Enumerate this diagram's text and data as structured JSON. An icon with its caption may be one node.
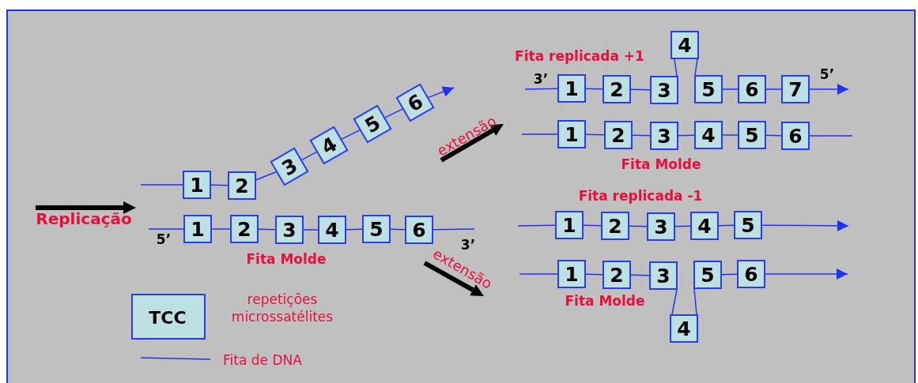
{
  "diagram": {
    "nodes": [
      {
        "text": [
          "1"
        ]
      },
      {
        "text": [
          "2"
        ]
      },
      {
        "text": [
          "3"
        ]
      },
      {
        "text": [
          "4"
        ]
      },
      {
        "text": [
          "5"
        ]
      },
      {
        "text": [
          "6"
        ]
      },
      {
        "text": [
          "1"
        ]
      },
      {
        "text": [
          "2"
        ]
      },
      {
        "text": [
          "3"
        ]
      },
      {
        "text": [
          "4"
        ]
      },
      {
        "text": [
          "5"
        ]
      },
      {
        "text": [
          "6"
        ]
      },
      {
        "text": [
          "4"
        ]
      },
      {
        "text": [
          "1"
        ]
      },
      {
        "text": [
          "2"
        ]
      },
      {
        "text": [
          "3"
        ]
      },
      {
        "text": [
          "5"
        ]
      },
      {
        "text": [
          "6"
        ]
      },
      {
        "text": [
          "7"
        ]
      },
      {
        "text": [
          "1"
        ]
      },
      {
        "text": [
          "2"
        ]
      },
      {
        "text": [
          "3"
        ]
      },
      {
        "text": [
          "4"
        ]
      },
      {
        "text": [
          "5"
        ]
      },
      {
        "text": [
          "6"
        ]
      },
      {
        "text": [
          "1"
        ]
      },
      {
        "text": [
          "2"
        ]
      },
      {
        "text": [
          "3"
        ]
      },
      {
        "text": [
          "4"
        ]
      },
      {
        "text": [
          "5"
        ]
      },
      {
        "text": [
          "1"
        ]
      },
      {
        "text": [
          "2"
        ]
      },
      {
        "text": [
          "3"
        ]
      },
      {
        "text": [
          "5"
        ]
      },
      {
        "text": [
          "6"
        ]
      },
      {
        "text": [
          "4"
        ]
      }
    ],
    "edges": [
      {
        "from": null,
        "to": 0,
        "arrow": "none"
      },
      {
        "from": 0,
        "to": 1,
        "arrow": "none"
      },
      {
        "from": 1,
        "to": 2,
        "arrow": "none"
      },
      {
        "from": 2,
        "to": 3,
        "arrow": "none"
      },
      {
        "from": 3,
        "to": 4,
        "arrow": "none"
      },
      {
        "from": 4,
        "to": 5,
        "arrow": "none"
      },
      {
        "from": 5,
        "to": null,
        "arrow": "to"
      },
      {
        "from": null,
        "to": 6,
        "arrow": "none"
      },
      {
        "from": 6,
        "to": 7,
        "arrow": "none"
      },
      {
        "from": 7,
        "to": 8,
        "arrow": "none"
      },
      {
        "from": 8,
        "to": 9,
        "arrow": "none"
      },
      {
        "from": 9,
        "to": 10,
        "arrow": "none"
      },
      {
        "from": 10,
        "to": 11,
        "arrow": "none"
      },
      {
        "from": 11,
        "to": null,
        "arrow": "none"
      },
      {
        "from": null,
        "to": 13,
        "arrow": "none"
      },
      {
        "from": 13,
        "to": 14,
        "arrow": "none"
      },
      {
        "from": 14,
        "to": 15,
        "arrow": "none"
      },
      {
        "from": 15,
        "to": 12,
        "arrow": "none"
      },
      {
        "from": 12,
        "to": 16,
        "arrow": "none"
      },
      {
        "from": 16,
        "to": 17,
        "arrow": "none"
      },
      {
        "from": 17,
        "to": 18,
        "arrow": "none"
      },
      {
        "from": 18,
        "to": null,
        "arrow": "to"
      },
      {
        "from": null,
        "to": 19,
        "arrow": "none"
      },
      {
        "from": 19,
        "to": 20,
        "arrow": "none"
      },
      {
        "from": 20,
        "to": 21,
        "arrow": "none"
      },
      {
        "from": 21,
        "to": 22,
        "arrow": "none"
      },
      {
        "from": 22,
        "to": 23,
        "arrow": "none"
      },
      {
        "from": 23,
        "to": 24,
        "arrow": "none"
      },
      {
        "from": 24,
        "to": null,
        "arrow": "none"
      },
      {
        "from": null,
        "to": 25,
        "arrow": "none"
      },
      {
        "from": 25,
        "to": 26,
        "arrow": "none"
      },
      {
        "from": 26,
        "to": 27,
        "arrow": "none"
      },
      {
        "from": 27,
        "to": 28,
        "arrow": "none"
      },
      {
        "from": 28,
        "to": 29,
        "arrow": "none"
      },
      {
        "from": 29,
        "to": null,
        "arrow": "to"
      },
      {
        "from": null,
        "to": 30,
        "arrow": "none"
      },
      {
        "from": 30,
        "to": 31,
        "arrow": "none"
      },
      {
        "from": 31,
        "to": 32,
        "arrow": "none"
      },
      {
        "from": 32,
        "to": 35,
        "arrow": "none"
      },
      {
        "from": 35,
        "to": 33,
        "arrow": "none"
      },
      {
        "from": 33,
        "to": 34,
        "arrow": "none"
      },
      {
        "from": 34,
        "to": null,
        "arrow": "to"
      }
    ],
    "labels": [
      "Fita replicada +1",
      "3’",
      "5’",
      "extensão",
      "Fita Molde",
      "Fita replicada -1",
      "Replicação",
      "5’",
      "3’",
      "Fita Molde",
      "extensão",
      "Fita Molde",
      "TCC"
    ],
    "legend": [
      {
        "text": "repetições microssatélites",
        "color": "#bde0e4"
      },
      {
        "text": "Fita de DNA"
      }
    ]
  }
}
